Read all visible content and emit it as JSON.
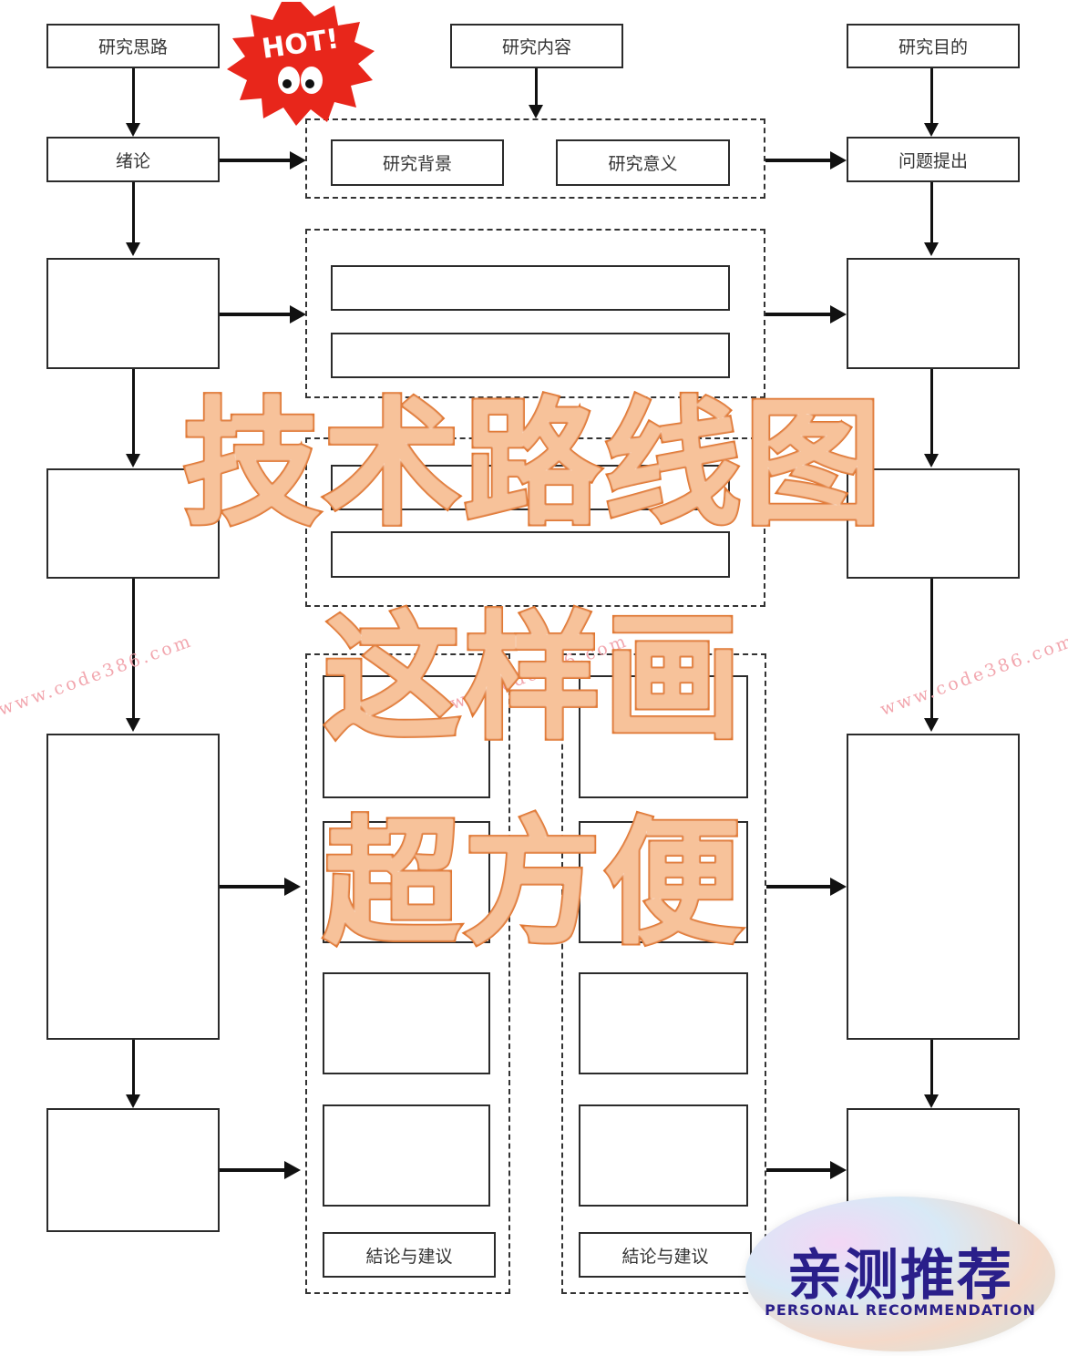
{
  "top": {
    "left_label": "研究思路",
    "center_label": "研究内容",
    "right_label": "研究目的"
  },
  "row1": {
    "left_label": "绪论",
    "bg_label": "研究背景",
    "meaning_label": "研究意义",
    "right_label": "问题提出"
  },
  "columns": {
    "left_conclusion": "結论与建议",
    "right_conclusion": "結论与建议"
  },
  "overlay": {
    "line1": "技术路线图",
    "line2": "这样画",
    "line3": "超方便"
  },
  "badge": {
    "hot": "HOT!"
  },
  "recommendation": {
    "title": "亲测推荐",
    "subtitle": "PERSONAL RECOMMENDATION"
  },
  "watermark": {
    "text": "www.code386.com"
  },
  "colors": {
    "overlay_fill": "#f7c29a",
    "overlay_stroke": "#e0752f",
    "hot_badge": "#e8261b",
    "watermark": "#f2a6ae",
    "recommend_text": "#2a1f8a"
  }
}
